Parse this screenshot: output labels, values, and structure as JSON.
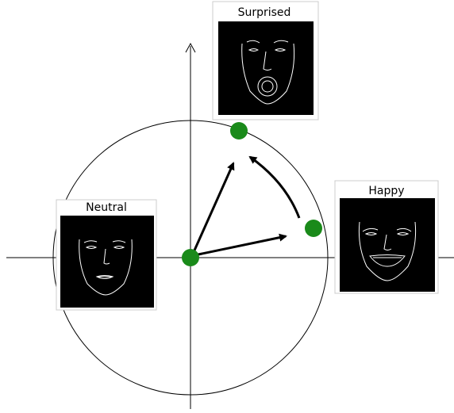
{
  "diagram": {
    "colors": {
      "background": "#ffffff",
      "axis": "#000000",
      "circle": "#000000",
      "point": "#1a8a1a",
      "arrow": "#000000",
      "face_bg": "#000000",
      "face_line": "#ffffff",
      "card_border": "#cccccc"
    },
    "cards": {
      "surprised": {
        "label": "Surprised",
        "expression": "surprised"
      },
      "happy": {
        "label": "Happy",
        "expression": "happy"
      },
      "neutral": {
        "label": "Neutral",
        "expression": "neutral"
      }
    },
    "points": [
      "origin",
      "happy-point",
      "surprised-point"
    ],
    "arrows": [
      "origin-to-happy",
      "origin-to-surprised",
      "happy-to-surprised"
    ]
  }
}
